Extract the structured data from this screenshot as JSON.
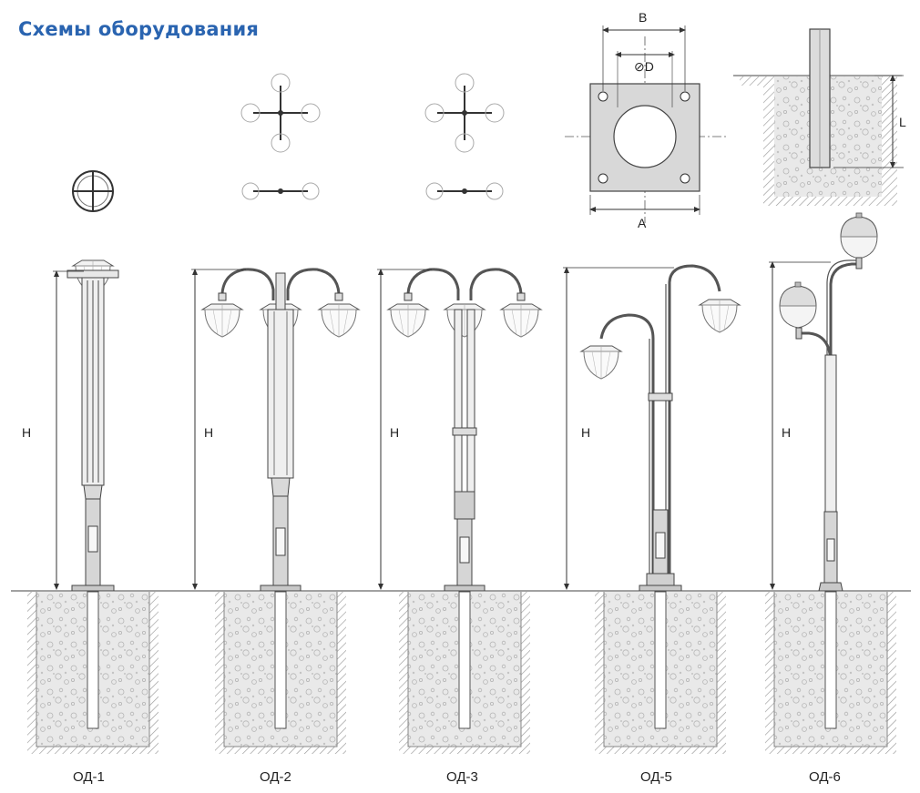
{
  "title": "Схемы оборудования",
  "dimension_labels": {
    "height": "H",
    "plate_width": "A",
    "hole_spacing": "B",
    "hole_diameter": "⊘D",
    "embed_depth": "L"
  },
  "models": [
    {
      "id": "od1",
      "caption": "ОД-1"
    },
    {
      "id": "od2",
      "caption": "ОД-2"
    },
    {
      "id": "od3",
      "caption": "ОД-3"
    },
    {
      "id": "od5",
      "caption": "ОД-5"
    },
    {
      "id": "od6",
      "caption": "ОД-6"
    }
  ],
  "colors": {
    "title": "#2a64b0",
    "line": "#444444",
    "metal": "#d4d4d4",
    "soil": "#e6e6e6"
  }
}
